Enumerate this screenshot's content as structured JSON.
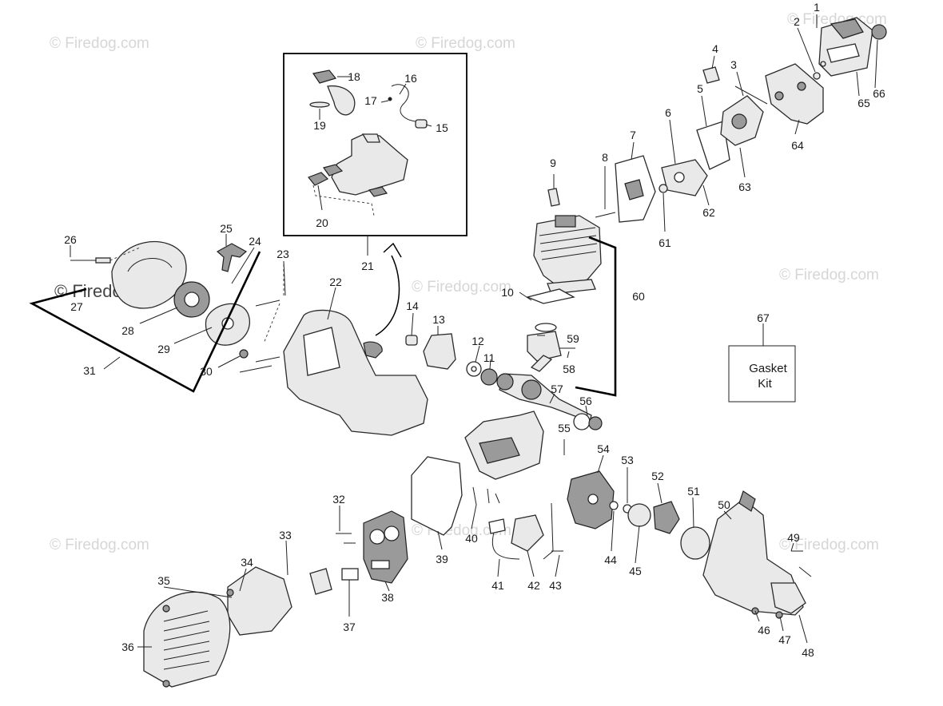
{
  "watermark_text": "© Firedog.com",
  "kit_box": {
    "line1": "Gasket",
    "line2": "Kit"
  },
  "labels": [
    "1",
    "2",
    "3",
    "4",
    "5",
    "6",
    "7",
    "8",
    "9",
    "10",
    "11",
    "12",
    "13",
    "14",
    "15",
    "16",
    "17",
    "18",
    "19",
    "20",
    "21",
    "22",
    "23",
    "24",
    "25",
    "26",
    "27",
    "28",
    "29",
    "30",
    "31",
    "32",
    "33",
    "34",
    "35",
    "36",
    "37",
    "38",
    "39",
    "40",
    "41",
    "42",
    "43",
    "44",
    "45",
    "46",
    "47",
    "48",
    "49",
    "50",
    "51",
    "52",
    "53",
    "54",
    "55",
    "56",
    "57",
    "58",
    "59",
    "60",
    "61",
    "62",
    "63",
    "64",
    "65",
    "66",
    "67"
  ]
}
